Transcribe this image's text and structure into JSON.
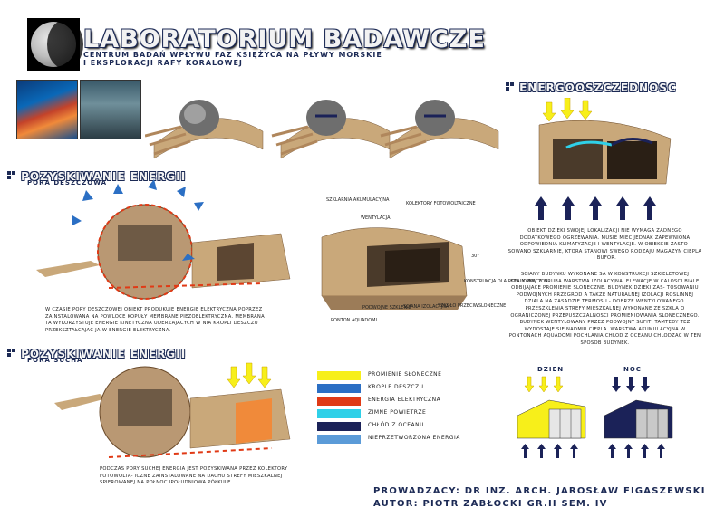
{
  "header": {
    "title": "LABORATORIUM BADAWCZE",
    "subtitle_line1": "CENTRUM BADAŃ WPŁYWU FAZ KSIĘŻYCA NA PŁYWY MORSKIE",
    "subtitle_line2": "I EKSPLORACJI RAFY KORALOWEJ"
  },
  "sections": {
    "rain": {
      "title": "POZYSKIWANIE ENERGII",
      "subtitle": "PORA DESZCZOWA",
      "text": "W CZASIE PORY DESZCZOWEJ OBIEKT PRODUKUJE ENERGIE ELEKTRYCZNA POPRZEZ ZAINSTALOWANA NA POWLOCE KOPUŁY MEMBRANE PIEZOELEKTRYCZNA. MEMBRANA TA WYKORZYSTUJE ENERGIE KINETYCZNA UDERZAJACYCH W NIA KROPLI DESZCZU PRZEKSZTAŁCAJAC JA W ENERGIE ELEKTRYCZNA."
    },
    "dry": {
      "title": "POZYSKIWANIE ENERGII",
      "subtitle": "PORA SUCHA",
      "text": "PODCZAS PORY SUCHEJ ENERGIA JEST POZYSKIWANA PRZEZ KOLEKTORY FOTOWOLTA- ICZNE ZAINSTALOWANE NA DACHU STREFY MIESZKALNEJ SPIEROWANEJ NA POŁNOC IPOŁUDNIOWA PÓŁKULE."
    },
    "efficiency": {
      "title": "ENERGOOSZCZEDNOSC",
      "p1": "OBIEKT DZIEKI SWOJEJ LOKALIZACJI NIE WYMAGA ZADNEGO DODATKOWEGO OGRZEWANIA. MUSIE MIEC JEDNAK ZAPEWNIONA ODPOWIEDNIA KLIMATYZACJE I WENTYLACJE. W OBIEKCIE ZASTO- SOWANO SZKLARNIE, KTORA STANOWI SWEGO RODZAJU MAGAZYN CIEPLA I BUFOR.",
      "p2": "SCIANY BUDYNKU WYKONANE SA W KONSTRUKCJI SZKIELETOWEJ STALOWEJ Z GRUBA WARSTWA IZOLACYJNA. ELEWACJE W CALOSCI BIALE ODBIJAJACE PROMIENIE SLONECZNE. BUDYNEK DZIEKI ZAS- TOSOWANIU PODWOJNYCH PRZEGROD A TAKZE NATURALNEJ IZOLACJI ROSLINNEJ DZIALA NA ZASADZIE TERMOSU - DOBRZE WENTYLOWANEGO.    PRZESZKLENIA STREFY MIESZKALNEJ WYKONANE ZE SZKLA O OGRANICZONEJ PRZEPUSZCZALNOSCI PROMIENIOWANIA SLONECZNEGO. BUDYNEK WENTYLOWANY PRZEZ PODWOJNY SUFIT, TAMTEDY TEZ WYDOSTAJE SIE NADMIR CIEPLA. WARSTWA AKUMULACYJNA W PONTONACH AQUADOMI POCHLANIA CHLOD Z OCEANU CHLODZAC W TEN SPOSOB BUDYNEK."
    }
  },
  "section_labels": {
    "szklarnia": "SZKLARNIA AKUMULACYJNA",
    "kolektory": "KOLEKTORY FOTOWOLTAICZNE",
    "wentylacja": "WENTYLACJA",
    "angle": "30°",
    "konstrukcja": "KONSTRUKCJA DLA ROSLIN PNACYCH",
    "szkolo": "SZKOŁO PRZECIWSLONECZNE",
    "sciana": "SCIANA IZOLACYJNA",
    "podwojne": "PODWOJNE SZKLENIE",
    "ponton": "PONTON AQUADOMI"
  },
  "legend": [
    {
      "label": "PROMIENIE SŁONECZNE",
      "color": "#f7ef1a"
    },
    {
      "label": "KROPLE DESZCZU",
      "color": "#2b6fc4"
    },
    {
      "label": "ENERGIA ELEKTRYCZNA",
      "color": "#e03a16"
    },
    {
      "label": "ZIMNE POWIETRZE",
      "color": "#2fd0e8"
    },
    {
      "label": "CHŁÓD Z OCEANU",
      "color": "#1b2258"
    },
    {
      "label": "NIEPRZETWORZONA ENERGIA",
      "color": "#5b9bd8"
    }
  ],
  "daynight": {
    "day": "DZIEN",
    "night": "NOC"
  },
  "credits": {
    "line1": "PROWADZACY: DR INZ. ARCH. JAROSŁAW FIGASZEWSKI",
    "line2": "AUTOR: PIOTR ZABŁOCKI GR.II SEM. IV"
  }
}
